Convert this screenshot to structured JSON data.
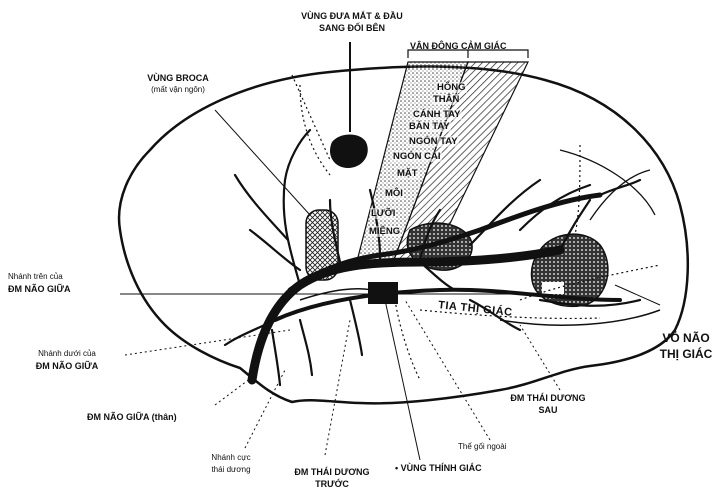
{
  "labels": {
    "top_center_line1": "VÙNG ĐƯA MẮT & ĐẦU",
    "top_center_line2": "SANG ĐỐI BÊN",
    "strip_header": "VẬN ĐỘNG CẢM GIÁC",
    "broca_title": "VÙNG BROCA",
    "broca_sub": "(mất vận ngôn)",
    "upper_branch_line1": "Nhánh trên của",
    "upper_branch_line2": "ĐM NÃO GIỮA",
    "lower_branch_line1": "Nhánh dưới của",
    "lower_branch_line2": "ĐM NÃO GIỮA",
    "mca_trunk": "ĐM NÃO GIỮA (thân)",
    "pole_branch_line1": "Nhánh cực",
    "pole_branch_line2": "thái dương",
    "anterior_temporal_line1": "ĐM THÁI DƯƠNG",
    "anterior_temporal_line2": "TRƯỚC",
    "auditory_area": "• VÙNG THÍNH GIÁC",
    "lateral_geniculate": "Thể gối ngoài",
    "posterior_temporal_line1": "ĐM THÁI DƯƠNG",
    "posterior_temporal_line2": "SAU",
    "visual_cortex_line1": "VỎ NÃO",
    "visual_cortex_line2": "THỊ GIÁC",
    "optic_radiation": "TIA THỊ GIÁC"
  },
  "strip_parts": [
    "HÔNG",
    "THÂN",
    "CÁNH TAY",
    "BÀN TAY",
    "NGÓN TAY",
    "NGÓN CÁI",
    "MẶT",
    "MÔI",
    "LƯỠI",
    "MIỆNG"
  ]
}
